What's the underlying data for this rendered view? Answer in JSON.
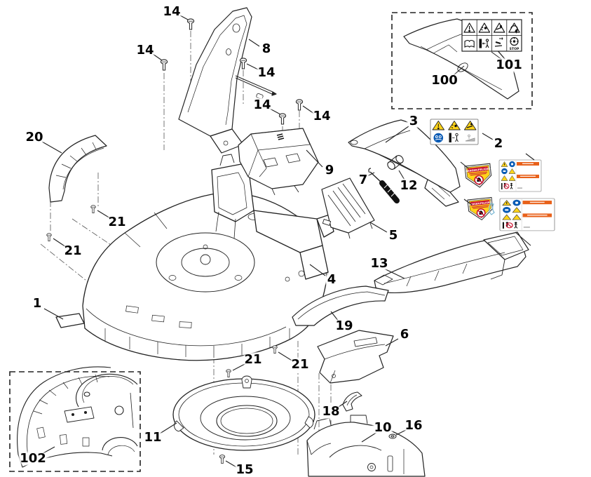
{
  "diagram": {
    "type": "exploded-parts-diagram",
    "subject": "lawn-mower-housing-assembly",
    "background_color": "#ffffff",
    "line_color": "#222222"
  },
  "parts": [
    {
      "label": "14"
    },
    {
      "label": "14"
    },
    {
      "label": "8"
    },
    {
      "label": "14"
    },
    {
      "label": "14"
    },
    {
      "label": "14"
    },
    {
      "label": "3"
    },
    {
      "label": "20"
    },
    {
      "label": "2"
    },
    {
      "label": "9"
    },
    {
      "label": "7"
    },
    {
      "label": "12"
    },
    {
      "label": "21"
    },
    {
      "label": "5"
    },
    {
      "label": "21"
    },
    {
      "label": "13"
    },
    {
      "label": "4"
    },
    {
      "label": "1"
    },
    {
      "label": "19"
    },
    {
      "label": "6"
    },
    {
      "label": "21"
    },
    {
      "label": "21"
    },
    {
      "label": "18"
    },
    {
      "label": "10"
    },
    {
      "label": "16"
    },
    {
      "label": "11"
    },
    {
      "label": "15"
    },
    {
      "label": "100"
    },
    {
      "label": "101"
    },
    {
      "label": "102"
    }
  ],
  "safety": {
    "danger_text": "DANGER/PELIGRO",
    "strip101_stop": "STOP",
    "strip101_row1_icons": [
      "warning-triangle-icon",
      "thrown-objects-triangle-icon",
      "cut-hazard-triangle-icon",
      "rotating-blade-triangle-icon"
    ],
    "strip101_row2_icons": [
      "read-manual-icon",
      "keep-distance-icon",
      "blade-runon-icon",
      "stop-dial-icon"
    ],
    "strip2_row1_icons": [
      "warning-triangle-icon",
      "thrown-objects-triangle-icon",
      "blade-foot-triangle-icon"
    ],
    "strip2_row2_icons": [
      "read-manual-blue-icon",
      "blade-person-icon",
      "slope-icon"
    ],
    "colors": {
      "warning_yellow": "#ffd41a",
      "mandatory_blue": "#0a5bb5",
      "danger_red": "#c8102e",
      "header_orange": "#e8611a"
    }
  }
}
